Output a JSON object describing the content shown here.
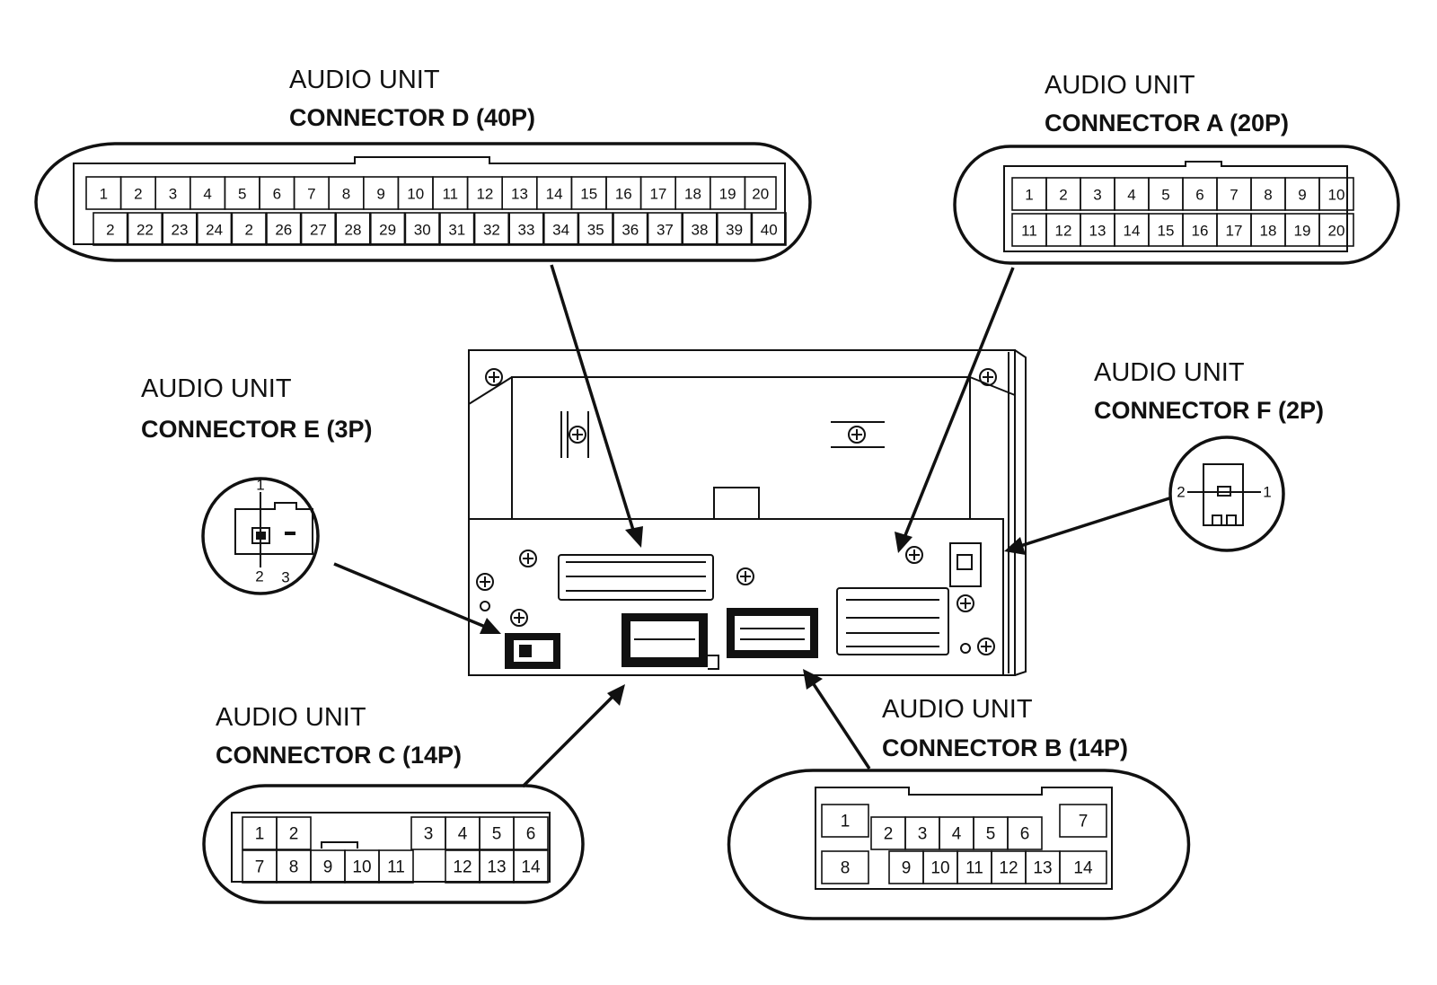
{
  "connectors": {
    "D": {
      "title_line1": "AUDIO UNIT",
      "title_line2": "CONNECTOR D (40P)",
      "row1": [
        "1",
        "2",
        "3",
        "4",
        "5",
        "6",
        "7",
        "8",
        "9",
        "10",
        "11",
        "12",
        "13",
        "14",
        "15",
        "16",
        "17",
        "18",
        "19",
        "20"
      ],
      "row2": [
        "2",
        "22",
        "23",
        "24",
        "2",
        "26",
        "27",
        "28",
        "29",
        "30",
        "31",
        "32",
        "33",
        "34",
        "35",
        "36",
        "37",
        "38",
        "39",
        "40"
      ]
    },
    "A": {
      "title_line1": "AUDIO UNIT",
      "title_line2": "CONNECTOR A (20P)",
      "row1": [
        "1",
        "2",
        "3",
        "4",
        "5",
        "6",
        "7",
        "8",
        "9",
        "10"
      ],
      "row2": [
        "11",
        "12",
        "13",
        "14",
        "15",
        "16",
        "17",
        "18",
        "19",
        "20"
      ]
    },
    "E": {
      "title_line1": "AUDIO UNIT",
      "title_line2": "CONNECTOR E (3P)",
      "pins": [
        "1",
        "2",
        "3"
      ]
    },
    "F": {
      "title_line1": "AUDIO UNIT",
      "title_line2": "CONNECTOR F (2P)",
      "pins": [
        "2",
        "1"
      ]
    },
    "C": {
      "title_line1": "AUDIO UNIT",
      "title_line2": "CONNECTOR C (14P)",
      "row1": [
        "1",
        "2",
        "3",
        "4",
        "5",
        "6"
      ],
      "row2": [
        "7",
        "8",
        "9",
        "10",
        "11",
        "12",
        "13",
        "14"
      ]
    },
    "B": {
      "title_line1": "AUDIO UNIT",
      "title_line2": "CONNECTOR B (14P)",
      "row1": [
        "1",
        "2",
        "3",
        "4",
        "5",
        "6",
        "7"
      ],
      "row2": [
        "8",
        "9",
        "10",
        "11",
        "12",
        "13",
        "14"
      ]
    }
  }
}
